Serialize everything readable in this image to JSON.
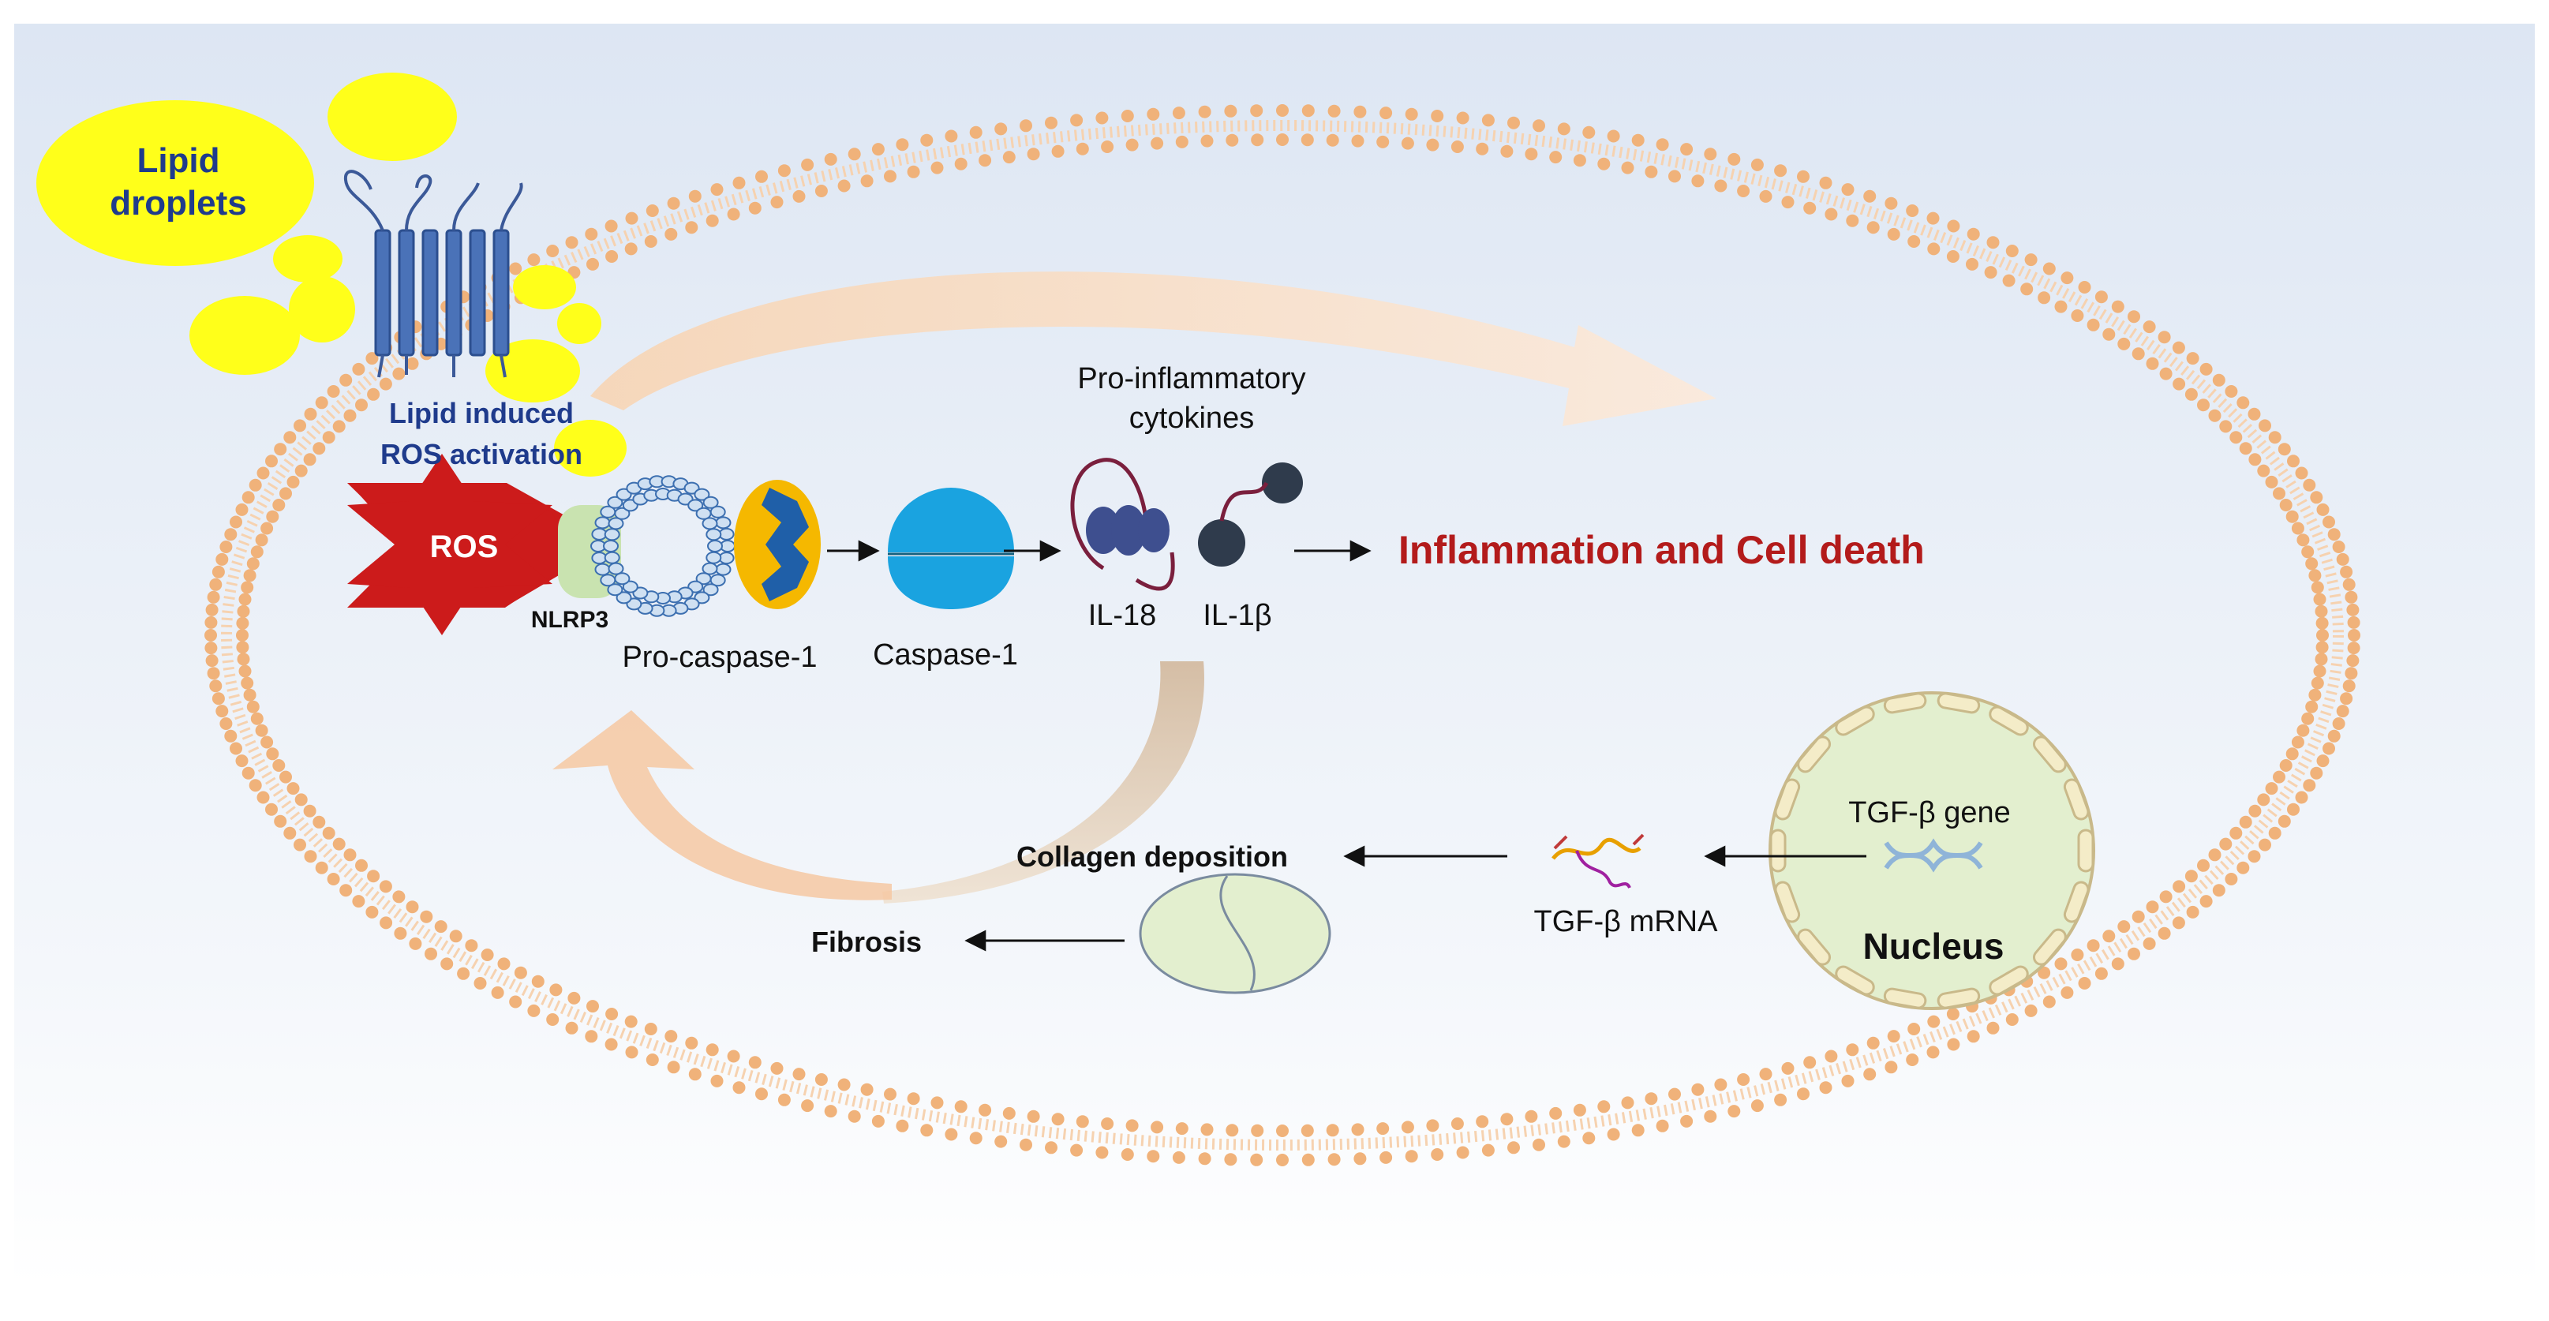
{
  "colors": {
    "background_top": "#dfe7f3",
    "background_bottom": "#ffffff",
    "membrane": "#f0b27a",
    "lipid": "#ffff1a",
    "receptor": "#4a72b8",
    "ros": "#cc1b1b",
    "caspase": "#1aa3e0",
    "cytokine": "#3e4f8f",
    "headline": "#b31b1b",
    "nucleus_fill": "#e3efcf",
    "feedback_arrow": "#fbe3cc",
    "down_arrow": "#d9c2a8"
  },
  "labels": {
    "lipid_droplets_line1": "Lipid",
    "lipid_droplets_line2": "droplets",
    "lipid_ros_line1": "Lipid induced",
    "lipid_ros_line2": "ROS activation",
    "ros": "ROS",
    "nlrp3": "NLRP3",
    "pro_caspase": "Pro-caspase-1",
    "caspase": "Caspase-1",
    "pro_inflammatory_line1": "Pro-inflammatory",
    "pro_inflammatory_line2": "cytokines",
    "il18": "IL-18",
    "il1b": "IL-1β",
    "inflammation": "Inflammation and Cell death",
    "collagen": "Collagen deposition",
    "fibrosis": "Fibrosis",
    "tgf_mrna": "TGF-β mRNA",
    "tgf_gene": "TGF-β gene",
    "nucleus": "Nucleus"
  },
  "icons": {
    "receptor": "transmembrane-receptor-icon",
    "ros": "ros-star-icon",
    "inflammasome": "nlrp3-inflammasome-ring-icon",
    "caspase": "caspase-1-icon",
    "il18": "il-18-cytokine-icon",
    "il1b": "il-1b-cytokine-icon",
    "mrna": "mrna-strand-icon",
    "dna": "dna-helix-icon",
    "collagen": "collagen-fiber-icon"
  }
}
